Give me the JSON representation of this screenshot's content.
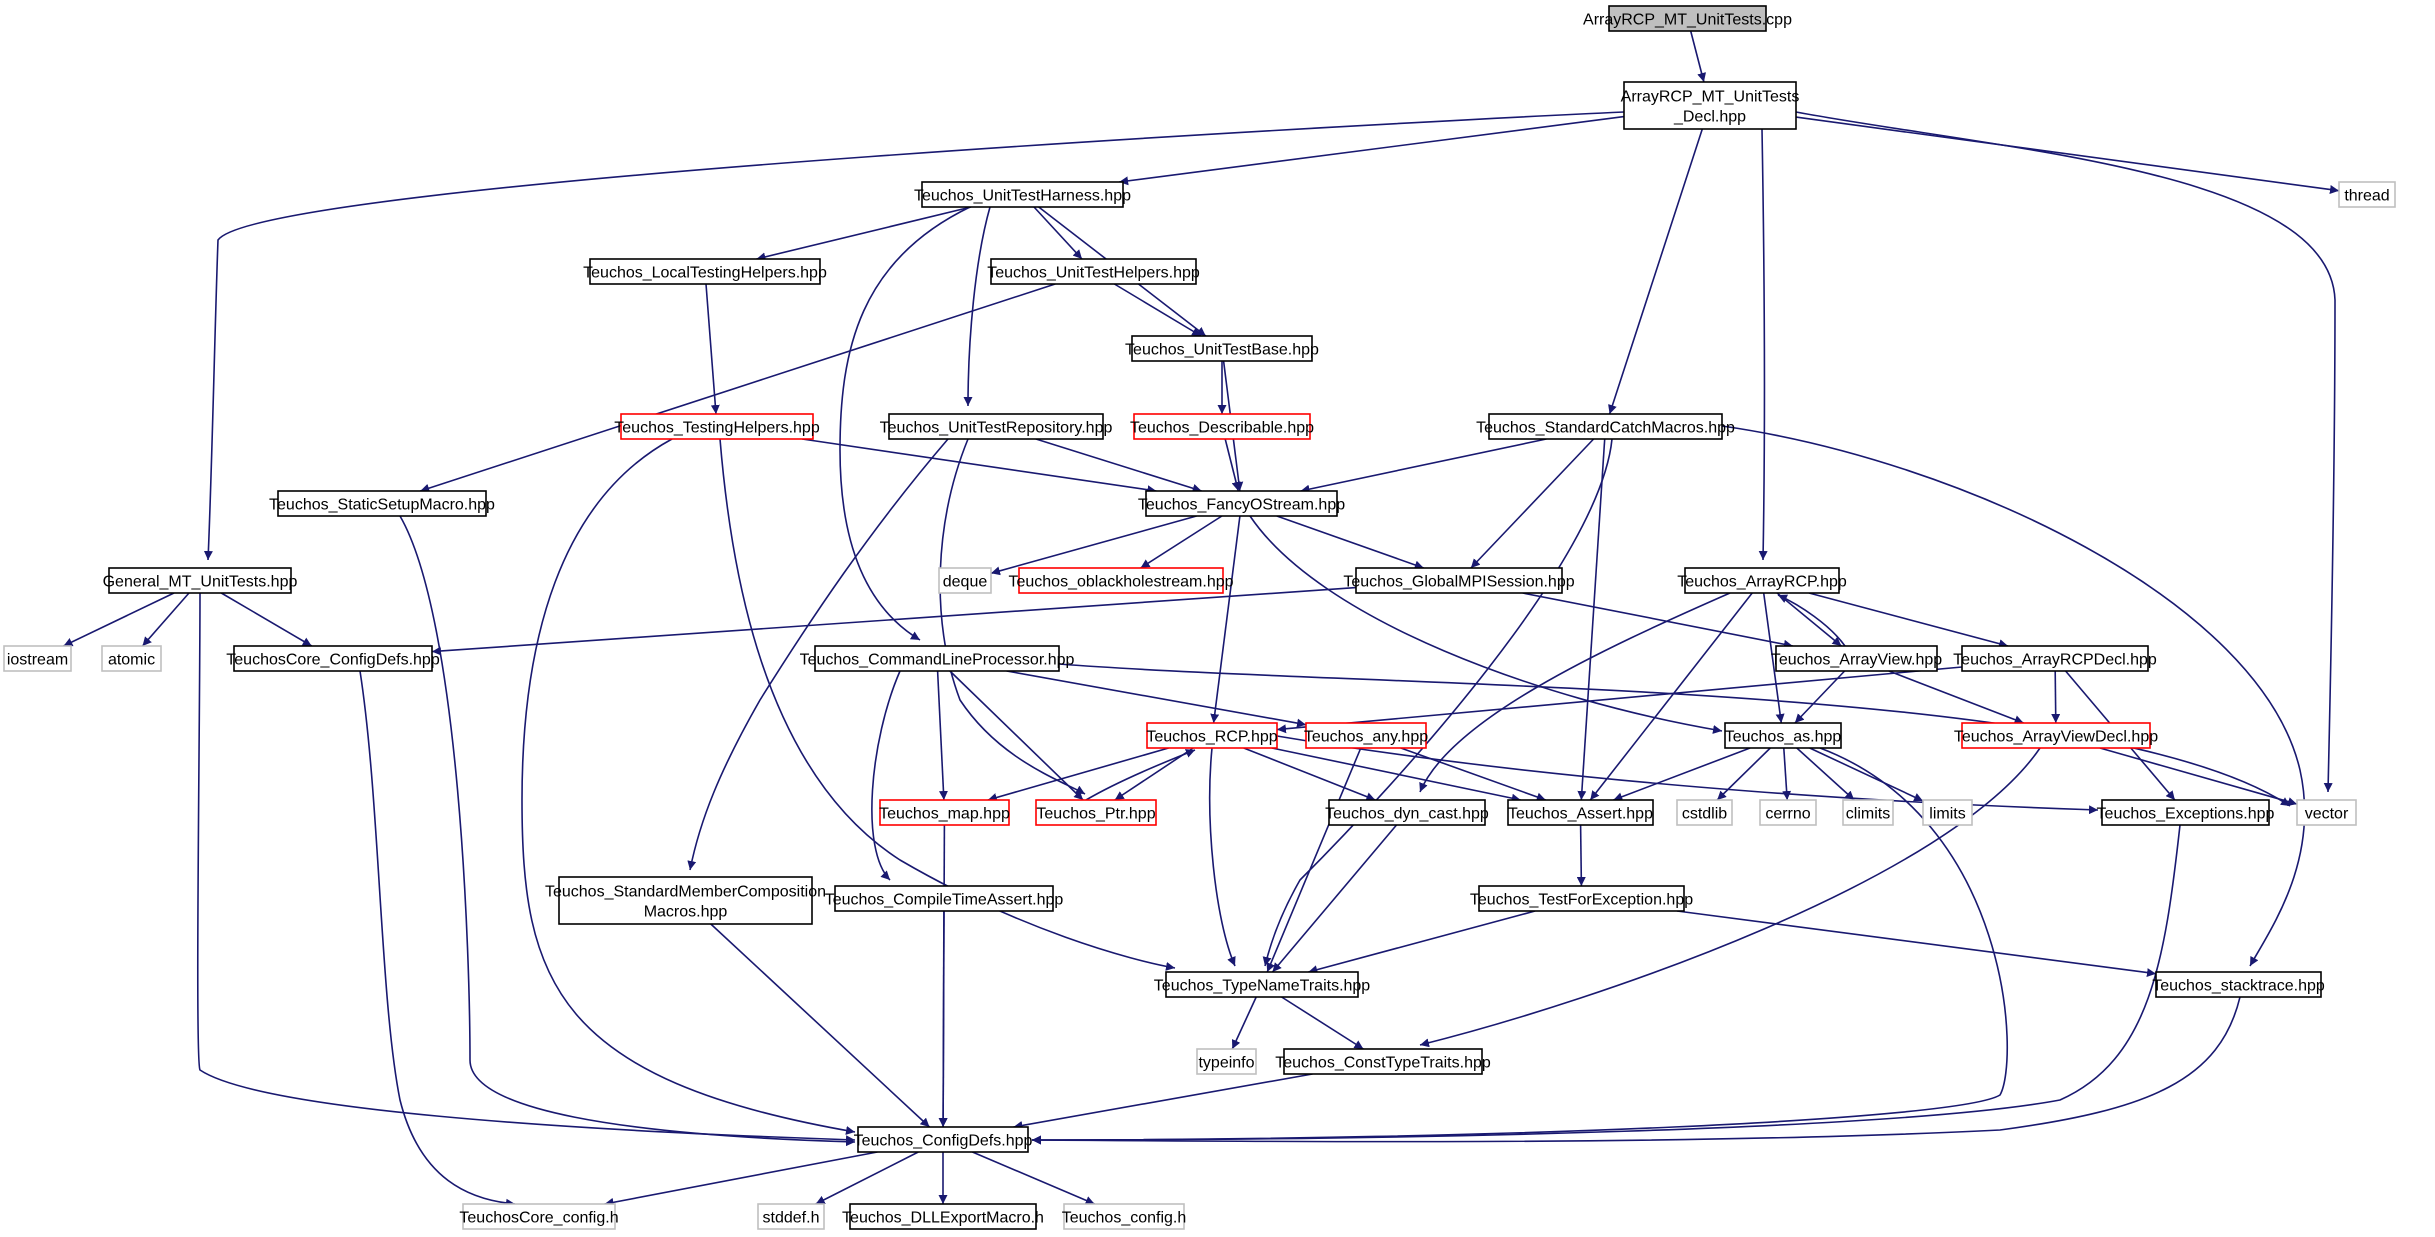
{
  "graph": {
    "title": "",
    "colors": {
      "edge": "#191970",
      "documented_border": "#000000",
      "truncated_border": "#ff0000",
      "external_border": "#bfbfbf",
      "root_fill": "#bfbfbf",
      "node_fill": "#ffffff"
    },
    "nodes": [
      {
        "id": "root",
        "lines": [
          "ArrayRCP_MT_UnitTests.cpp"
        ],
        "style": "root"
      },
      {
        "id": "decl",
        "lines": [
          "ArrayRCP_MT_UnitTests",
          "_Decl.hpp"
        ],
        "style": "doc"
      },
      {
        "id": "harness",
        "lines": [
          "Teuchos_UnitTestHarness.hpp"
        ],
        "style": "doc"
      },
      {
        "id": "thread",
        "lines": [
          "thread"
        ],
        "style": "ext"
      },
      {
        "id": "localtest",
        "lines": [
          "Teuchos_LocalTestingHelpers.hpp"
        ],
        "style": "doc"
      },
      {
        "id": "uthelpers",
        "lines": [
          "Teuchos_UnitTestHelpers.hpp"
        ],
        "style": "doc"
      },
      {
        "id": "utbase",
        "lines": [
          "Teuchos_UnitTestBase.hpp"
        ],
        "style": "doc"
      },
      {
        "id": "testhelpers",
        "lines": [
          "Teuchos_TestingHelpers.hpp"
        ],
        "style": "trunc"
      },
      {
        "id": "utrepo",
        "lines": [
          "Teuchos_UnitTestRepository.hpp"
        ],
        "style": "doc"
      },
      {
        "id": "describable",
        "lines": [
          "Teuchos_Describable.hpp"
        ],
        "style": "trunc"
      },
      {
        "id": "catchmacros",
        "lines": [
          "Teuchos_StandardCatchMacros.hpp"
        ],
        "style": "doc"
      },
      {
        "id": "staticsetup",
        "lines": [
          "Teuchos_StaticSetupMacro.hpp"
        ],
        "style": "doc"
      },
      {
        "id": "fancy",
        "lines": [
          "Teuchos_FancyOStream.hpp"
        ],
        "style": "doc"
      },
      {
        "id": "general",
        "lines": [
          "General_MT_UnitTests.hpp"
        ],
        "style": "doc"
      },
      {
        "id": "deque",
        "lines": [
          "deque"
        ],
        "style": "ext"
      },
      {
        "id": "oblack",
        "lines": [
          "Teuchos_oblackholestream.hpp"
        ],
        "style": "trunc"
      },
      {
        "id": "mpisession",
        "lines": [
          "Teuchos_GlobalMPISession.hpp"
        ],
        "style": "doc"
      },
      {
        "id": "arrayrcp",
        "lines": [
          "Teuchos_ArrayRCP.hpp"
        ],
        "style": "doc"
      },
      {
        "id": "iostream",
        "lines": [
          "iostream"
        ],
        "style": "ext"
      },
      {
        "id": "atomic",
        "lines": [
          "atomic"
        ],
        "style": "ext"
      },
      {
        "id": "coreconfigdefs",
        "lines": [
          "TeuchosCore_ConfigDefs.hpp"
        ],
        "style": "doc"
      },
      {
        "id": "cmdline",
        "lines": [
          "Teuchos_CommandLineProcessor.hpp"
        ],
        "style": "doc"
      },
      {
        "id": "arrayview",
        "lines": [
          "Teuchos_ArrayView.hpp"
        ],
        "style": "doc"
      },
      {
        "id": "arrayrcpdecl",
        "lines": [
          "Teuchos_ArrayRCPDecl.hpp"
        ],
        "style": "doc"
      },
      {
        "id": "rcp",
        "lines": [
          "Teuchos_RCP.hpp"
        ],
        "style": "trunc"
      },
      {
        "id": "any",
        "lines": [
          "Teuchos_any.hpp"
        ],
        "style": "trunc"
      },
      {
        "id": "as",
        "lines": [
          "Teuchos_as.hpp"
        ],
        "style": "doc"
      },
      {
        "id": "arrayviewdecl",
        "lines": [
          "Teuchos_ArrayViewDecl.hpp"
        ],
        "style": "trunc"
      },
      {
        "id": "map",
        "lines": [
          "Teuchos_map.hpp"
        ],
        "style": "trunc"
      },
      {
        "id": "ptr",
        "lines": [
          "Teuchos_Ptr.hpp"
        ],
        "style": "trunc"
      },
      {
        "id": "dyncast",
        "lines": [
          "Teuchos_dyn_cast.hpp"
        ],
        "style": "doc"
      },
      {
        "id": "assert",
        "lines": [
          "Teuchos_Assert.hpp"
        ],
        "style": "doc"
      },
      {
        "id": "cstdlib",
        "lines": [
          "cstdlib"
        ],
        "style": "ext"
      },
      {
        "id": "cerrno",
        "lines": [
          "cerrno"
        ],
        "style": "ext"
      },
      {
        "id": "climits",
        "lines": [
          "climits"
        ],
        "style": "ext"
      },
      {
        "id": "limits",
        "lines": [
          "limits"
        ],
        "style": "ext"
      },
      {
        "id": "exceptions",
        "lines": [
          "Teuchos_Exceptions.hpp"
        ],
        "style": "doc"
      },
      {
        "id": "vector",
        "lines": [
          "vector"
        ],
        "style": "ext"
      },
      {
        "id": "stdmember",
        "lines": [
          "Teuchos_StandardMemberComposition",
          "Macros.hpp"
        ],
        "style": "doc"
      },
      {
        "id": "compiletime",
        "lines": [
          "Teuchos_CompileTimeAssert.hpp"
        ],
        "style": "doc"
      },
      {
        "id": "testforexc",
        "lines": [
          "Teuchos_TestForException.hpp"
        ],
        "style": "doc"
      },
      {
        "id": "typename",
        "lines": [
          "Teuchos_TypeNameTraits.hpp"
        ],
        "style": "doc"
      },
      {
        "id": "stacktrace",
        "lines": [
          "Teuchos_stacktrace.hpp"
        ],
        "style": "doc"
      },
      {
        "id": "typeinfo",
        "lines": [
          "typeinfo"
        ],
        "style": "ext"
      },
      {
        "id": "consttype",
        "lines": [
          "Teuchos_ConstTypeTraits.hpp"
        ],
        "style": "doc"
      },
      {
        "id": "configdefs",
        "lines": [
          "Teuchos_ConfigDefs.hpp"
        ],
        "style": "doc"
      },
      {
        "id": "coreconfig",
        "lines": [
          "TeuchosCore_config.h"
        ],
        "style": "ext"
      },
      {
        "id": "stddef",
        "lines": [
          "stddef.h"
        ],
        "style": "ext"
      },
      {
        "id": "dllexport",
        "lines": [
          "Teuchos_DLLExportMacro.h"
        ],
        "style": "doc"
      },
      {
        "id": "config",
        "lines": [
          "Teuchos_config.h"
        ],
        "style": "ext"
      }
    ],
    "edges": [
      [
        "root",
        "decl"
      ],
      [
        "decl",
        "harness"
      ],
      [
        "decl",
        "thread"
      ],
      [
        "decl",
        "general"
      ],
      [
        "decl",
        "catchmacros"
      ],
      [
        "decl",
        "arrayrcp"
      ],
      [
        "decl",
        "vector"
      ],
      [
        "harness",
        "localtest"
      ],
      [
        "harness",
        "uthelpers"
      ],
      [
        "harness",
        "utbase"
      ],
      [
        "harness",
        "utrepo"
      ],
      [
        "harness",
        "cmdline"
      ],
      [
        "localtest",
        "testhelpers"
      ],
      [
        "uthelpers",
        "utbase"
      ],
      [
        "uthelpers",
        "staticsetup"
      ],
      [
        "utbase",
        "describable"
      ],
      [
        "utbase",
        "fancy"
      ],
      [
        "describable",
        "fancy"
      ],
      [
        "testhelpers",
        "fancy"
      ],
      [
        "testhelpers",
        "configdefs"
      ],
      [
        "testhelpers",
        "typename"
      ],
      [
        "utrepo",
        "fancy"
      ],
      [
        "utrepo",
        "ptr"
      ],
      [
        "utrepo",
        "stdmember"
      ],
      [
        "catchmacros",
        "fancy"
      ],
      [
        "catchmacros",
        "mpisession"
      ],
      [
        "catchmacros",
        "assert"
      ],
      [
        "catchmacros",
        "typename"
      ],
      [
        "catchmacros",
        "stacktrace"
      ],
      [
        "staticsetup",
        "configdefs"
      ],
      [
        "fancy",
        "deque"
      ],
      [
        "fancy",
        "oblack"
      ],
      [
        "fancy",
        "mpisession"
      ],
      [
        "fancy",
        "rcp"
      ],
      [
        "fancy",
        "as"
      ],
      [
        "general",
        "iostream"
      ],
      [
        "general",
        "atomic"
      ],
      [
        "general",
        "coreconfigdefs"
      ],
      [
        "general",
        "configdefs"
      ],
      [
        "mpisession",
        "coreconfigdefs"
      ],
      [
        "mpisession",
        "arrayview"
      ],
      [
        "arrayrcp",
        "arrayview"
      ],
      [
        "arrayrcp",
        "arrayrcpdecl"
      ],
      [
        "arrayrcp",
        "as"
      ],
      [
        "arrayrcp",
        "assert"
      ],
      [
        "arrayrcp",
        "dyncast"
      ],
      [
        "coreconfigdefs",
        "coreconfig"
      ],
      [
        "cmdline",
        "map"
      ],
      [
        "cmdline",
        "ptr"
      ],
      [
        "cmdline",
        "any"
      ],
      [
        "cmdline",
        "compiletime"
      ],
      [
        "cmdline",
        "vector"
      ],
      [
        "arrayview",
        "arrayrcp"
      ],
      [
        "arrayview",
        "arrayviewdecl"
      ],
      [
        "arrayview",
        "as"
      ],
      [
        "arrayrcpdecl",
        "arrayviewdecl"
      ],
      [
        "arrayrcpdecl",
        "rcp"
      ],
      [
        "arrayrcpdecl",
        "exceptions"
      ],
      [
        "rcp",
        "map"
      ],
      [
        "rcp",
        "ptr"
      ],
      [
        "rcp",
        "dyncast"
      ],
      [
        "rcp",
        "assert"
      ],
      [
        "rcp",
        "exceptions"
      ],
      [
        "rcp",
        "typename"
      ],
      [
        "ptr",
        "rcp"
      ],
      [
        "any",
        "assert"
      ],
      [
        "any",
        "typename"
      ],
      [
        "as",
        "cstdlib"
      ],
      [
        "as",
        "cerrno"
      ],
      [
        "as",
        "climits"
      ],
      [
        "as",
        "limits"
      ],
      [
        "as",
        "assert"
      ],
      [
        "as",
        "configdefs"
      ],
      [
        "arrayviewdecl",
        "vector"
      ],
      [
        "arrayviewdecl",
        "consttype"
      ],
      [
        "map",
        "configdefs"
      ],
      [
        "dyncast",
        "typename"
      ],
      [
        "assert",
        "testforexc"
      ],
      [
        "exceptions",
        "configdefs"
      ],
      [
        "stdmember",
        "configdefs"
      ],
      [
        "compiletime",
        "configdefs"
      ],
      [
        "testforexc",
        "typename"
      ],
      [
        "testforexc",
        "stacktrace"
      ],
      [
        "typename",
        "typeinfo"
      ],
      [
        "typename",
        "consttype"
      ],
      [
        "stacktrace",
        "configdefs"
      ],
      [
        "consttype",
        "configdefs"
      ],
      [
        "configdefs",
        "coreconfig"
      ],
      [
        "configdefs",
        "stddef"
      ],
      [
        "configdefs",
        "dllexport"
      ],
      [
        "configdefs",
        "config"
      ]
    ]
  }
}
